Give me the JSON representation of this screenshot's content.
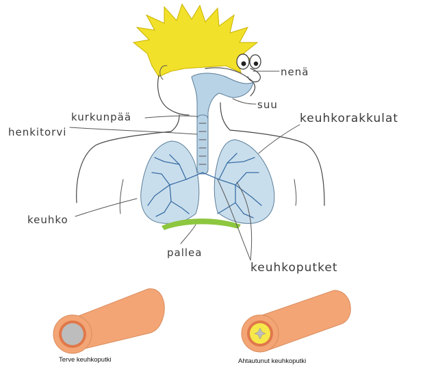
{
  "labels": {
    "nena": "nenä",
    "suu": "suu",
    "kurkunpaa": "kurkunpää",
    "henkitorvi": "henkitorvi",
    "keuhkorakkulat": "keuhkorakkulat",
    "keuhko": "keuhko",
    "palleа": "pallea",
    "keuhkoputket": "keuhkoputket"
  },
  "captions": {
    "healthy": "Terve keuhkoputki",
    "narrowed": "Ahtautunut keuhkoputki"
  },
  "colors": {
    "hair": "#f2e12a",
    "airway": "#b9d3e6",
    "lung": "#c9deec",
    "bronchi_tree": "#3a6ea5",
    "diaphragm": "#8dc63f",
    "tube": "#f3a575",
    "tube_dark": "#e0784a",
    "lumen_healthy": "#bdbdbd",
    "lumen_narrow_ring": "#f6e84a"
  }
}
